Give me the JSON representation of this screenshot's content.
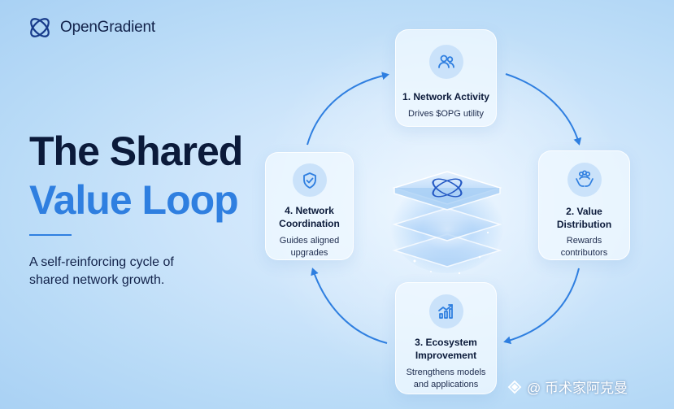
{
  "brand": {
    "name": "OpenGradient",
    "icon": "opengradient-logo-icon",
    "accent": "#2f7fe0",
    "dark": "#0b1a3a"
  },
  "headline": {
    "line1": "The Shared",
    "line2": "Value Loop"
  },
  "subtitle": "A self-reinforcing cycle of shared network growth.",
  "steps": [
    {
      "title": "1. Network Activity",
      "description": "Drives $OPG utility",
      "icon": "users-icon"
    },
    {
      "title": "2. Value Distribution",
      "description": "Rewards contributors",
      "icon": "hands-people-icon"
    },
    {
      "title": "3. Ecosystem Improvement",
      "description": "Strengthens models and applications",
      "icon": "growth-chart-icon"
    },
    {
      "title": "4. Network Coordination",
      "description": "Guides aligned upgrades",
      "icon": "shield-check-icon"
    }
  ],
  "center": {
    "icon": "layered-platform-icon"
  },
  "watermark": {
    "text": "@ 币术家阿克曼",
    "icon": "binance-square-icon"
  }
}
